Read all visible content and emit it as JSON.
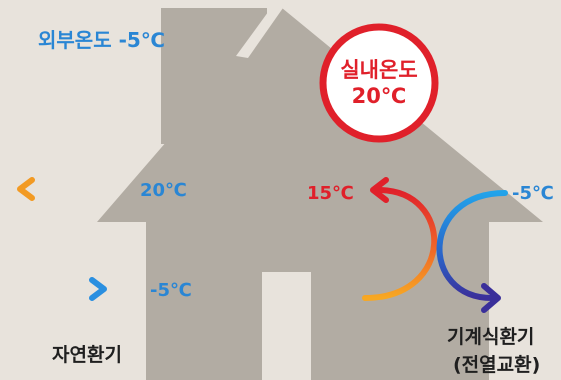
{
  "outside_temp_label": "외부온도 -5℃",
  "indoor_badge": {
    "title": "실내온도",
    "temp": "20℃"
  },
  "natural_ventilation": {
    "out_temp": "20℃",
    "in_temp": "-5℃",
    "label": "자연환기"
  },
  "mechanical_ventilation": {
    "exhaust_temp": "15℃",
    "intake_temp": "-5℃",
    "label": "기계식환기",
    "sublabel": "(전열교환)"
  },
  "colors": {
    "background": "#e8e3dc",
    "house": "#b2aca3",
    "blue_text": "#2a86d4",
    "red": "#e0202a",
    "orange": "#f29a23",
    "navy": "#2a3c9e",
    "dark_text": "#1f1f1f"
  }
}
